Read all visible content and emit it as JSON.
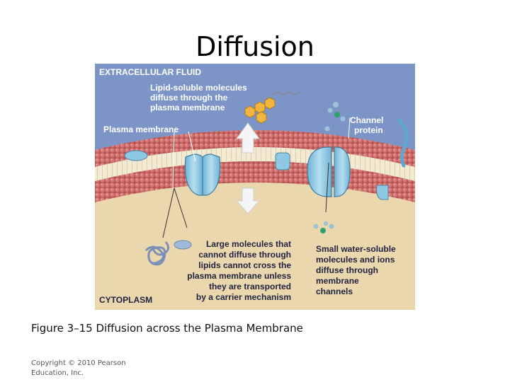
{
  "slide": {
    "title": "Diffusion",
    "caption": "Figure 3–15 Diffusion across the Plasma Membrane",
    "copyright": "Copyright © 2010 Pearson Education, Inc."
  },
  "figure": {
    "extracellular_label": "EXTRACELLULAR FLUID",
    "cytoplasm_label": "CYTOPLASM",
    "lipid_soluble_lines": [
      "Lipid-soluble molecules",
      "diffuse through the",
      "plasma membrane"
    ],
    "plasma_membrane_label": "Plasma membrane",
    "channel_protein_lines": [
      "Channel",
      "protein"
    ],
    "large_molecules_lines": [
      "Large molecules that",
      "cannot diffuse through",
      "lipids cannot cross the",
      "plasma membrane unless",
      "they are transported",
      "by a carrier mechanism"
    ],
    "small_molecules_lines": [
      "Small water-soluble",
      "molecules and ions",
      "diffuse through",
      "membrane",
      "channels"
    ],
    "colors": {
      "extracellular": "#7d94c6",
      "cytoplasm": "#ead7ad",
      "lipid_head": "#c9605f",
      "protein": "#8fc8e2",
      "lipid_molecule": "#f2b640",
      "ion": "#2fa36b"
    }
  }
}
